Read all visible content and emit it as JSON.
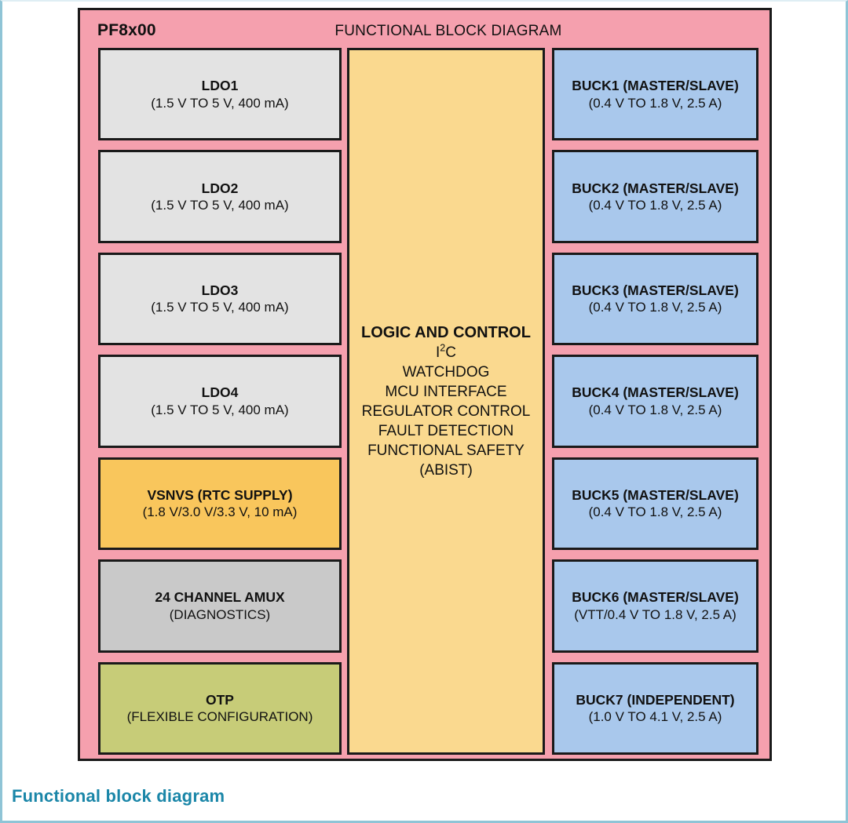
{
  "figure": {
    "chip_name": "PF8x00",
    "diagram_title": "FUNCTIONAL BLOCK DIAGRAM",
    "caption": "Functional block diagram"
  },
  "colors": {
    "chip_background": "#f5a0ae",
    "ldo_block": "#e3e3e3",
    "vsnvs_block": "#f9c65c",
    "amux_block": "#c9c9c9",
    "otp_block": "#c7cc78",
    "buck_block": "#a9c8ec",
    "logic_block": "#fad98f",
    "outline": "#1a1a1a",
    "caption_text": "#1a86a8",
    "page_border": "#8fc4d6"
  },
  "left_column": [
    {
      "name": "LDO1",
      "spec": "(1.5 V TO 5 V, 400 mA)",
      "kind": "ldo"
    },
    {
      "name": "LDO2",
      "spec": "(1.5 V TO 5 V, 400 mA)",
      "kind": "ldo"
    },
    {
      "name": "LDO3",
      "spec": "(1.5 V TO 5 V, 400 mA)",
      "kind": "ldo"
    },
    {
      "name": "LDO4",
      "spec": "(1.5 V TO 5 V, 400 mA)",
      "kind": "ldo"
    },
    {
      "name": "VSNVS (RTC SUPPLY)",
      "spec": "(1.8 V/3.0 V/3.3 V, 10 mA)",
      "kind": "vsnvs"
    },
    {
      "name": "24 CHANNEL AMUX",
      "spec": "(DIAGNOSTICS)",
      "kind": "amux"
    },
    {
      "name": "OTP",
      "spec": "(FLEXIBLE CONFIGURATION)",
      "kind": "otp"
    }
  ],
  "center_block": {
    "heading": "LOGIC AND CONTROL",
    "i2c_prefix": "I",
    "i2c_sup": "2",
    "i2c_suffix": "C",
    "lines": [
      "WATCHDOG",
      "MCU INTERFACE",
      "REGULATOR CONTROL",
      "FAULT DETECTION",
      "FUNCTIONAL SAFETY",
      "(ABIST)"
    ]
  },
  "right_column": [
    {
      "name": "BUCK1 (MASTER/SLAVE)",
      "spec": "(0.4 V TO 1.8 V, 2.5 A)"
    },
    {
      "name": "BUCK2 (MASTER/SLAVE)",
      "spec": "(0.4 V TO 1.8 V, 2.5 A)"
    },
    {
      "name": "BUCK3 (MASTER/SLAVE)",
      "spec": "(0.4 V TO 1.8 V, 2.5 A)"
    },
    {
      "name": "BUCK4 (MASTER/SLAVE)",
      "spec": "(0.4 V TO 1.8 V, 2.5 A)"
    },
    {
      "name": "BUCK5 (MASTER/SLAVE)",
      "spec": "(0.4 V TO 1.8 V, 2.5 A)"
    },
    {
      "name": "BUCK6 (MASTER/SLAVE)",
      "spec": "(VTT/0.4 V TO 1.8 V, 2.5 A)"
    },
    {
      "name": "BUCK7 (INDEPENDENT)",
      "spec": "(1.0 V TO 4.1 V, 2.5 A)"
    }
  ]
}
